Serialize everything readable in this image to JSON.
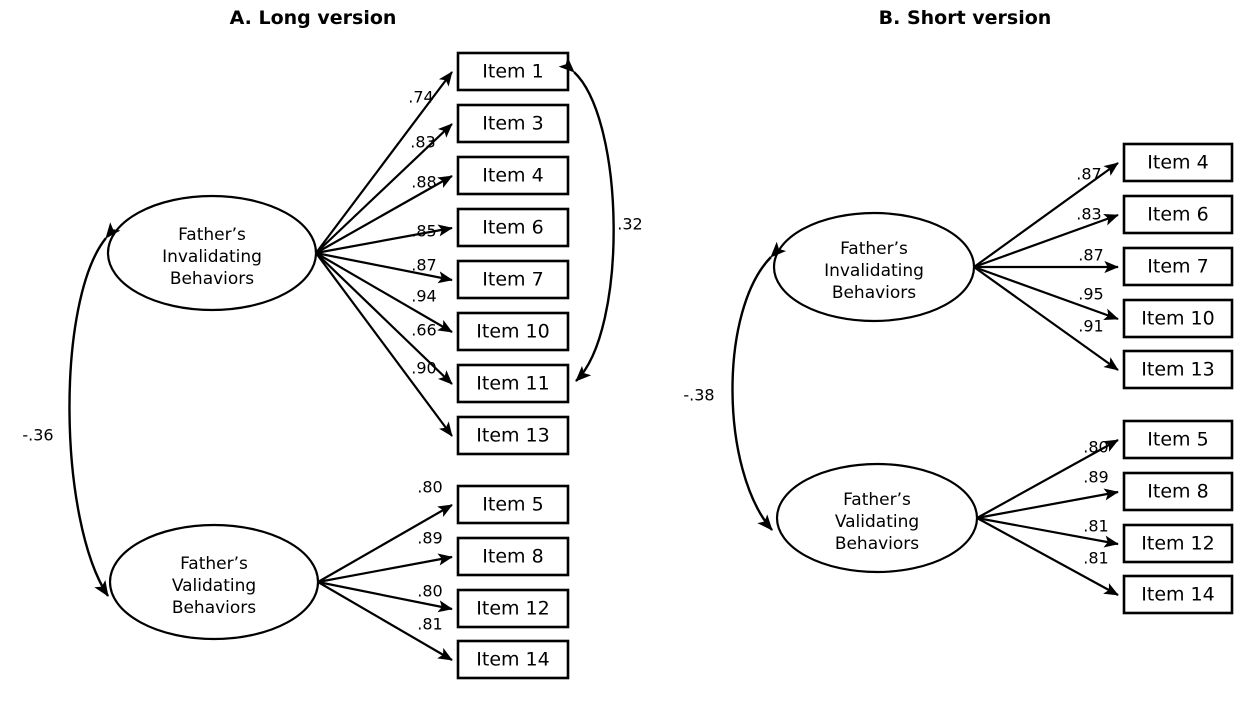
{
  "figure": {
    "background": "#ffffff",
    "line_color": "#000000"
  },
  "chart_data": {
    "type": "diagram",
    "title": "",
    "panels": [
      {
        "id": "A",
        "title": "A. Long version",
        "factors": [
          {
            "id": "father-invalidating-long",
            "label_lines": [
              "Father’s",
              "Invalidating",
              "Behaviors"
            ],
            "indicators": [
              {
                "item": "Item 1",
                "loading": ".74"
              },
              {
                "item": "Item 3",
                "loading": ".83"
              },
              {
                "item": "Item 4",
                "loading": ".88"
              },
              {
                "item": "Item 6",
                "loading": ".85"
              },
              {
                "item": "Item 7",
                "loading": ".87"
              },
              {
                "item": "Item 10",
                "loading": ".94"
              },
              {
                "item": "Item 11",
                "loading": ".66"
              },
              {
                "item": "Item 13",
                "loading": ".90"
              }
            ]
          },
          {
            "id": "father-validating-long",
            "label_lines": [
              "Father’s",
              "Validating",
              "Behaviors"
            ],
            "indicators": [
              {
                "item": "Item 5",
                "loading": ".80"
              },
              {
                "item": "Item 8",
                "loading": ".89"
              },
              {
                "item": "Item 12",
                "loading": ".80"
              },
              {
                "item": "Item 14",
                "loading": ".81"
              }
            ]
          }
        ],
        "covariances": [
          {
            "from": "father-invalidating-long",
            "to": "father-validating-long",
            "value": "-.36"
          },
          {
            "from": "Item 1",
            "to": "Item 11",
            "value": ".32"
          }
        ]
      },
      {
        "id": "B",
        "title": "B. Short version",
        "factors": [
          {
            "id": "father-invalidating-short",
            "label_lines": [
              "Father’s",
              "Invalidating",
              "Behaviors"
            ],
            "indicators": [
              {
                "item": "Item 4",
                "loading": ".87"
              },
              {
                "item": "Item 6",
                "loading": ".83"
              },
              {
                "item": "Item 7",
                "loading": ".87"
              },
              {
                "item": "Item 10",
                "loading": ".95"
              },
              {
                "item": "Item 13",
                "loading": ".91"
              }
            ]
          },
          {
            "id": "father-validating-short",
            "label_lines": [
              "Father’s",
              "Validating",
              "Behaviors"
            ],
            "indicators": [
              {
                "item": "Item 5",
                "loading": ".80"
              },
              {
                "item": "Item 8",
                "loading": ".89"
              },
              {
                "item": "Item 12",
                "loading": ".81"
              },
              {
                "item": "Item 14",
                "loading": ".81"
              }
            ]
          }
        ],
        "covariances": [
          {
            "from": "father-invalidating-short",
            "to": "father-validating-short",
            "value": "-.38"
          }
        ]
      }
    ]
  },
  "panelA": {
    "title": "A. Long version",
    "factor1": {
      "line1": "Father’s",
      "line2": "Invalidating",
      "line3": "Behaviors"
    },
    "factor2": {
      "line1": "Father’s",
      "line2": "Validating",
      "line3": "Behaviors"
    },
    "items": [
      {
        "label": "Item 1",
        "loading": ".74"
      },
      {
        "label": "Item 3",
        "loading": ".83"
      },
      {
        "label": "Item 4",
        "loading": ".88"
      },
      {
        "label": "Item 6",
        "loading": ".85"
      },
      {
        "label": "Item 7",
        "loading": ".87"
      },
      {
        "label": "Item 10",
        "loading": ".94"
      },
      {
        "label": "Item 11",
        "loading": ".66"
      },
      {
        "label": "Item 13",
        "loading": ".90"
      },
      {
        "label": "Item 5",
        "loading": ".80"
      },
      {
        "label": "Item 8",
        "loading": ".89"
      },
      {
        "label": "Item 12",
        "loading": ".80"
      },
      {
        "label": "Item 14",
        "loading": ".81"
      }
    ],
    "factor_corr": "-.36",
    "residual_corr": ".32"
  },
  "panelB": {
    "title": "B. Short version",
    "factor1": {
      "line1": "Father’s",
      "line2": "Invalidating",
      "line3": "Behaviors"
    },
    "factor2": {
      "line1": "Father’s",
      "line2": "Validating",
      "line3": "Behaviors"
    },
    "items": [
      {
        "label": "Item 4",
        "loading": ".87"
      },
      {
        "label": "Item 6",
        "loading": ".83"
      },
      {
        "label": "Item 7",
        "loading": ".87"
      },
      {
        "label": "Item 10",
        "loading": ".95"
      },
      {
        "label": "Item 13",
        "loading": ".91"
      },
      {
        "label": "Item 5",
        "loading": ".80"
      },
      {
        "label": "Item 8",
        "loading": ".89"
      },
      {
        "label": "Item 12",
        "loading": ".81"
      },
      {
        "label": "Item 14",
        "loading": ".81"
      }
    ],
    "factor_corr": "-.38"
  }
}
